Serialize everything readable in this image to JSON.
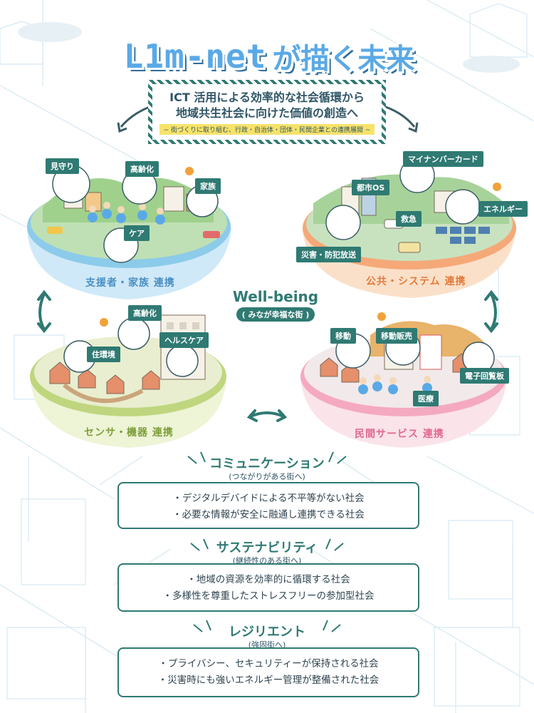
{
  "title": {
    "latin": "L1m-net",
    "jp": "が描く未来"
  },
  "message": {
    "line1": "ICT 活用による効率的な社会循環から",
    "line2": "地域共生社会に向けた価値の創造へ",
    "line3": "~ 街づくりに取り組む、行政・自治体・団体・民間企業との連携展開 ~"
  },
  "center": {
    "title": "Well-being",
    "subtitle": "( みなが幸福な街 )"
  },
  "islands": {
    "support": {
      "region": "支援者・家族 連携",
      "tags": [
        "見守り",
        "高齢化",
        "家族",
        "ケア"
      ]
    },
    "public": {
      "region": "公共・システム 連携",
      "tags": [
        "マイナンバーカード",
        "都市OS",
        "エネルギー",
        "救急",
        "災害・防犯放送"
      ]
    },
    "sensor": {
      "region": "センサ・機器 連携",
      "tags": [
        "高齢化",
        "ヘルスケア",
        "住環境"
      ]
    },
    "private": {
      "region": "民間サービス 連携",
      "tags": [
        "移動",
        "移動販売",
        "電子回覧板",
        "医療"
      ]
    }
  },
  "sections": [
    {
      "heading": "コミュニケーション",
      "sub": "(つながりがある街へ)",
      "items": [
        "・デジタルデバイドによる不平等がない社会",
        "・必要な情報が安全に融通し連携できる社会"
      ]
    },
    {
      "heading": "サステナビリティ",
      "sub": "(継続性のある街へ)",
      "items": [
        "・地域の資源を効率的に循環する社会",
        "・多様性を尊重したストレスフリーの参加型社会"
      ]
    },
    {
      "heading": "レジリエント",
      "sub": "(強固街へ)",
      "items": [
        "・プライバシー、セキュリティーが保持される社会",
        "・災害時にも強いエネルギー管理が整備された社会"
      ]
    }
  ],
  "colors": {
    "accent": "#2f7a73",
    "title_blue": "#5aa9e6",
    "island_blue": "#cfe9f8",
    "island_orange": "#f9c9a4",
    "island_green": "#e3eec2",
    "island_pink": "#f8cedb",
    "background_lines": "#cfe6f1"
  }
}
